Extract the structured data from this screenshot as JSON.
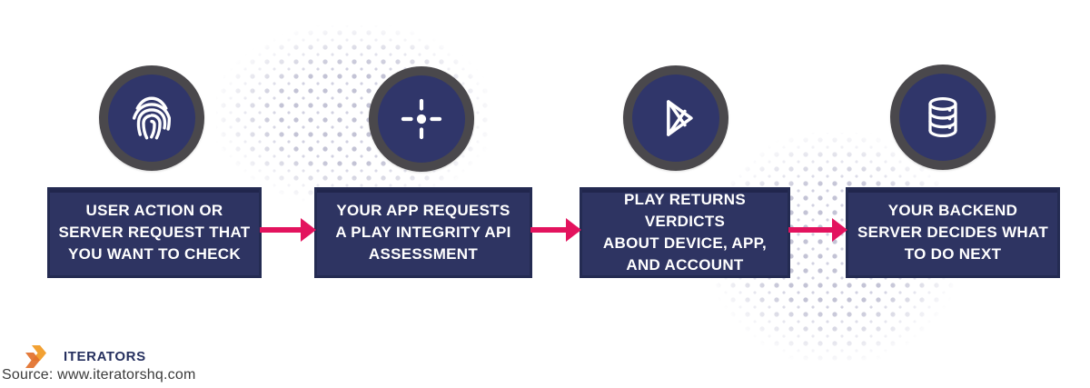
{
  "diagram": {
    "title_hint": "Play Integrity API flow",
    "steps": [
      {
        "id": "user-action",
        "icon": "fingerprint-icon",
        "label": "USER ACTION OR\nSERVER REQUEST THAT\nYOU WANT TO CHECK"
      },
      {
        "id": "app-request",
        "icon": "crosshair-icon",
        "label": "YOUR APP REQUESTS\nA PLAY INTEGRITY API\nASSESSMENT"
      },
      {
        "id": "play-verdicts",
        "icon": "google-play-icon",
        "label": "PLAY RETURNS VERDICTS\nABOUT DEVICE, APP,\nAND ACCOUNT"
      },
      {
        "id": "backend-decision",
        "icon": "database-icon",
        "label": "YOUR BACKEND\nSERVER DECIDES WHAT\nTO DO NEXT"
      }
    ],
    "colors": {
      "box_navy": "#2e3462",
      "circle_navy": "#30366a",
      "ring_gray": "#4a484c",
      "arrow_pink": "#e3135e",
      "dot_lavender": "#bdbdd1",
      "logo_orange_light": "#f2a133",
      "logo_orange_dark": "#e2702b",
      "brand_navy": "#26305f"
    }
  },
  "footer": {
    "brand": "ITERATORS",
    "source": "Source: www.iteratorshq.com"
  }
}
